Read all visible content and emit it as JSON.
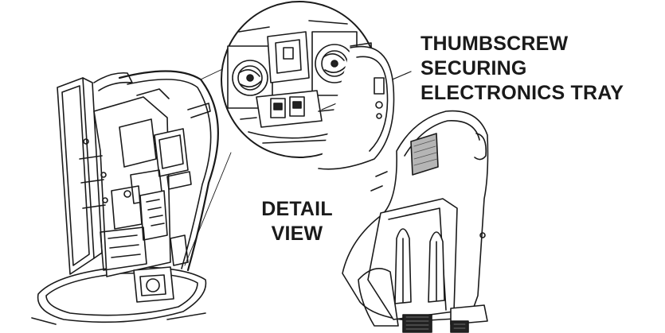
{
  "callouts": {
    "thumbscrew": [
      "THUMBSCREW",
      "SECURING",
      "ELECTRONICS TRAY"
    ],
    "detail_view": [
      "DETAIL",
      "VIEW"
    ]
  },
  "colors": {
    "line": "#1a1a1a",
    "fill": "#ffffff",
    "shade": "#b5b5b5",
    "dark": "#222222"
  }
}
